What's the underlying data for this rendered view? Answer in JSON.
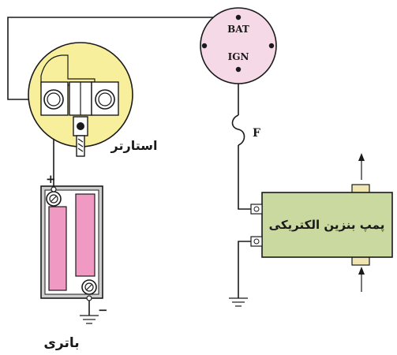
{
  "ignition_switch": {
    "bat_label": "BAT",
    "ign_label": "IGN",
    "fill": "#f6d9e6"
  },
  "fuse": {
    "label": "F"
  },
  "starter": {
    "label": "استارتر",
    "fill": "#f7ef9c"
  },
  "battery": {
    "label": "باتری",
    "plus_sign": "+",
    "minus_sign": "−",
    "cell_color": "#f09ac3",
    "case_color": "#cfcfcf"
  },
  "fuel_pump": {
    "label": "پمپ بنزین الکتریکی",
    "fill": "#c9d9a0",
    "cap_fill": "#efe6b3"
  }
}
